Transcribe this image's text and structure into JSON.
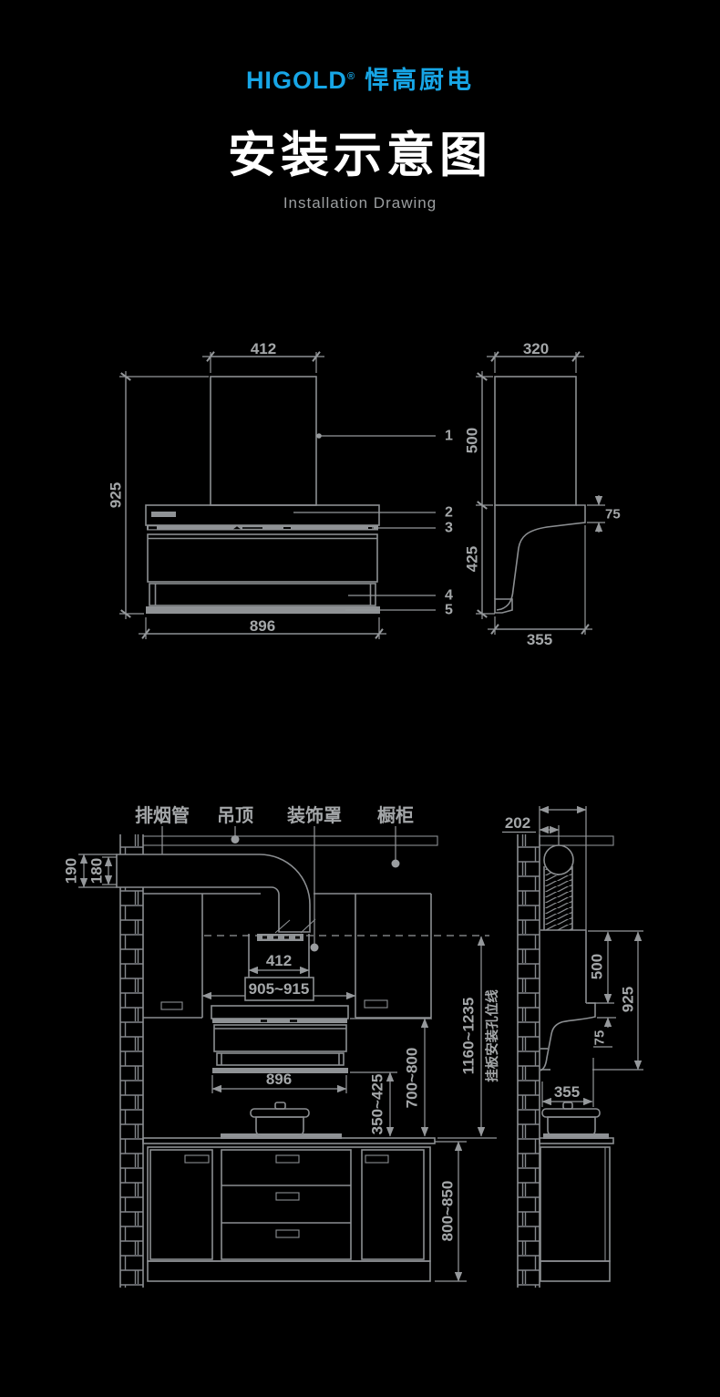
{
  "header": {
    "brand": "HIGOLD",
    "reg": "®",
    "brand_cn": "悍高厨电",
    "title": "安装示意图",
    "subtitle": "Installation Drawing"
  },
  "colors": {
    "background": "#000000",
    "brand_blue": "#17a6e6",
    "line_gray": "#8b8e91",
    "text_gray": "#a4a7a9"
  },
  "top_view": {
    "front": {
      "duct_width": "412",
      "total_height": "925",
      "body_width": "896",
      "callouts": [
        "1",
        "2",
        "3",
        "4",
        "5"
      ]
    },
    "side": {
      "top_depth": "320",
      "upper_height": "500",
      "lower_height": "425",
      "lip_height": "75",
      "bottom_depth": "355"
    }
  },
  "install_view": {
    "labels": {
      "exhaust_pipe": "排烟管",
      "ceiling": "吊顶",
      "decor_cover": "装饰罩",
      "cabinet": "橱柜"
    },
    "front": {
      "duct_outer": "190",
      "duct_inner": "180",
      "chimney_width": "412",
      "cabinet_gap": "905~915",
      "hood_width": "896",
      "hood_bottom_to_counter": "350~425",
      "hood_top_to_counter": "700~800",
      "hang_hole_range": "1160~1235",
      "hang_hole_label": "挂板安装孔位线",
      "counter_height": "800~850"
    },
    "side": {
      "wall_offset": "202",
      "upper_height": "500",
      "total_height": "925",
      "lip_height": "75",
      "bottom_depth": "355"
    }
  }
}
